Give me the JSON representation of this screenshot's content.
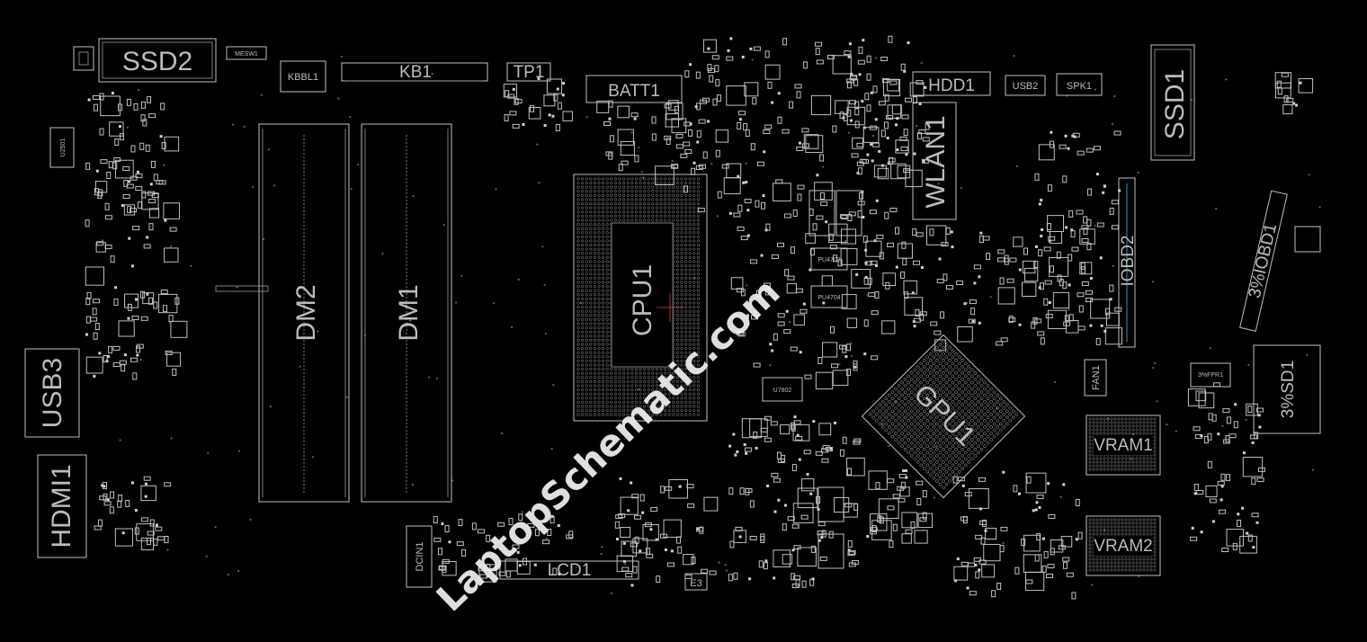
{
  "watermark": "LaptopSchematic.com",
  "components": {
    "ssd2": "SSD2",
    "mesw1": "MESW1",
    "kbbl1": "KBBL1",
    "kb1": "KB1",
    "tp1": "TP1",
    "batt1": "BATT1",
    "hdd1": "HDD1",
    "usb2": "USB2",
    "spk1": "SPK1",
    "ssd1": "SSD1",
    "u2501": "U2501",
    "dm2": "DM2",
    "dm1": "DM1",
    "cpu1": "CPU1",
    "wlan1": "WLAN1",
    "iobd2": "IOBD2",
    "iobd1": "3%IOBD1",
    "gpu1": "GPU1",
    "usb3": "USB3",
    "hdmi1": "HDMI1",
    "dcin1": "DCIN1",
    "lcd1": "LCD1",
    "e3": "E3",
    "u7802": "U7802",
    "fan1": "FAN1",
    "vram1": "VRAM1",
    "vram2": "VRAM2",
    "fpr1": "3%FPR1",
    "sd1": "3%SD1",
    "pu4702": "PU4702",
    "pu4704": "PU4704"
  },
  "colors": {
    "background": "#000000",
    "silkscreen": "#bfbfbf",
    "via": "#2b6fa3",
    "watermark": "#f2f2f2"
  }
}
